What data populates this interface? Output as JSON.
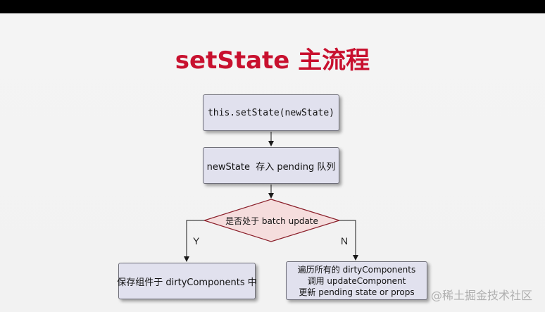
{
  "title": "setState 主流程",
  "nodes": {
    "start": "this.setState(newState)",
    "pending": "newState  存入 pending 队列",
    "decision": "是否处于 batch update",
    "left": "保存组件于 dirtyComponents 中",
    "right": [
      "遍历所有的 dirtyComponents",
      "调用 updateComponent",
      "更新 pending state or props"
    ]
  },
  "branches": {
    "yes": "Y",
    "no": "N"
  },
  "watermark": "@稀土掘金技术社区",
  "colors": {
    "title": "#c8102e",
    "node_fill": "#e1e1ee",
    "node_border": "#6e6e78",
    "decision_fill": "#f5dddd",
    "decision_border": "#8a1f2a",
    "connector": "#1a1a1a",
    "top_bar": "#000000"
  }
}
